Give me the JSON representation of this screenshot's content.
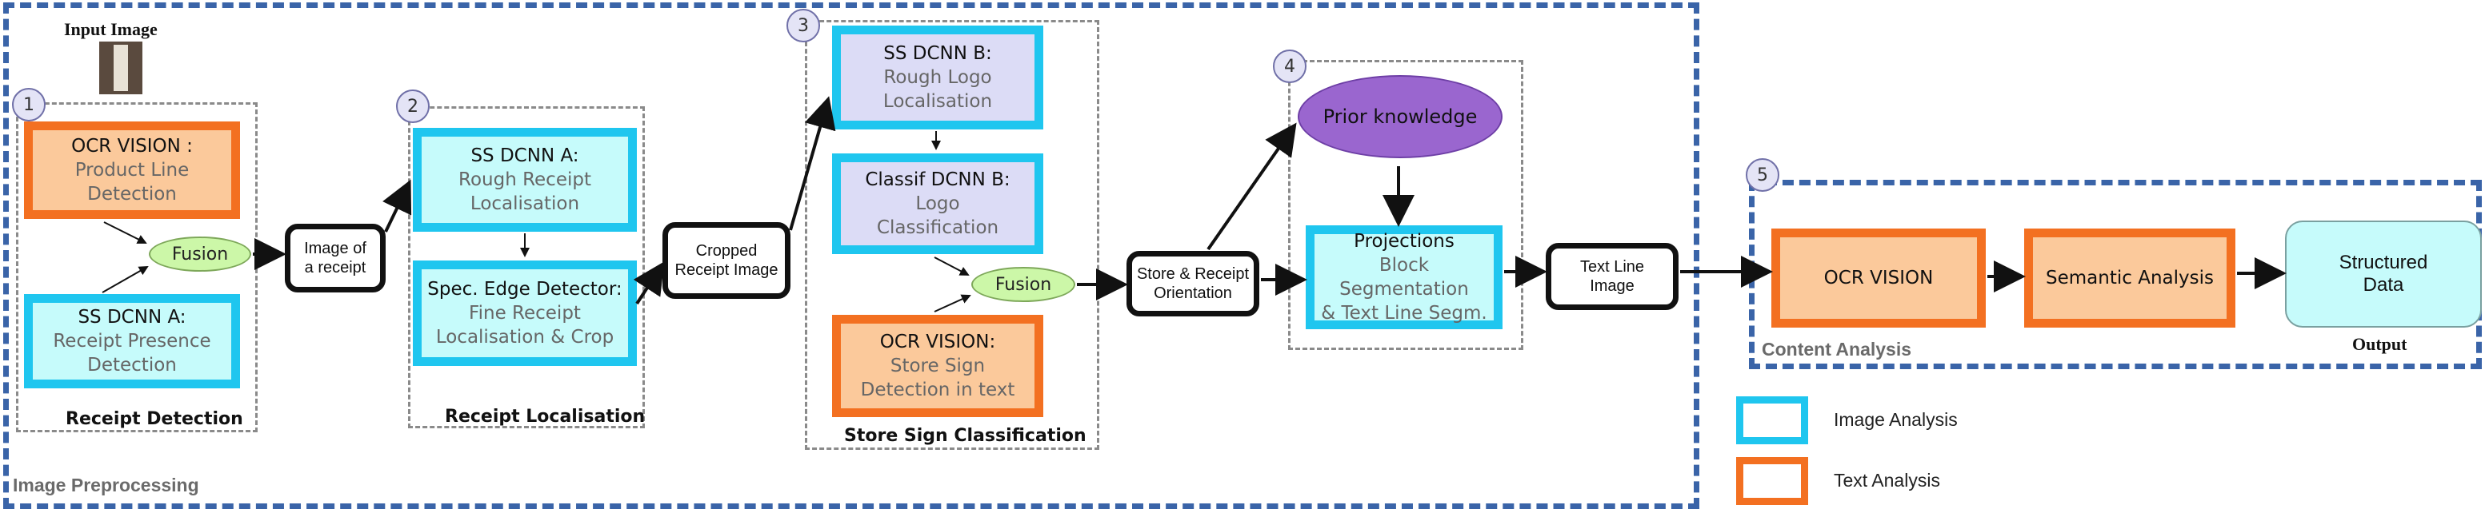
{
  "input_image": {
    "label": "Input Image"
  },
  "groups": {
    "g1": {
      "number": "1",
      "label": "Receipt Detection"
    },
    "g2": {
      "number": "2",
      "label": "Receipt Localisation"
    },
    "g3": {
      "number": "3",
      "label": "Store Sign Classification"
    },
    "g4": {
      "number": "4"
    },
    "g5": {
      "number": "5",
      "label": "Content Analysis"
    },
    "preprocessing": {
      "label": "Image Preprocessing"
    }
  },
  "boxes": {
    "ocr_product": {
      "title": "OCR VISION :",
      "line1": "Product Line",
      "line2": "Detection"
    },
    "ss_a_presence": {
      "title": "SS DCNN A:",
      "line1": "Receipt Presence",
      "line2": "Detection"
    },
    "fusion1": "Fusion",
    "image_of_receipt": {
      "line1": "Image of",
      "line2": "a receipt"
    },
    "ss_a_rough": {
      "title": "SS DCNN A:",
      "line1": "Rough Receipt",
      "line2": "Localisation"
    },
    "edge": {
      "title": "Spec. Edge Detector:",
      "line1": "Fine Receipt",
      "line2": "Localisation & Crop"
    },
    "cropped": {
      "line1": "Cropped",
      "line2": "Receipt Image"
    },
    "ss_b_logo": {
      "title": "SS DCNN B:",
      "line1": "Rough Logo",
      "line2": "Localisation"
    },
    "classif_b": {
      "title": "Classif DCNN B:",
      "line1": "Logo",
      "line2": "Classification"
    },
    "fusion2": "Fusion",
    "ocr_store": {
      "title": "OCR VISION:",
      "line1": "Store Sign",
      "line2": "Detection in text"
    },
    "store_orient": {
      "line1": "Store & Receipt",
      "line2": "Orientation"
    },
    "prior": "Prior knowledge",
    "projections": {
      "title": "Projections",
      "line1": "Block Segmentation",
      "line2": "& Text Line Segm."
    },
    "text_line": {
      "line1": "Text Line",
      "line2": "Image"
    },
    "ocr_vision": "OCR VISION",
    "semantic": "Semantic Analysis",
    "structured": {
      "line1": "Structured",
      "line2": "Data"
    },
    "output": "Output"
  },
  "legend": {
    "image_analysis": {
      "label": "Image Analysis",
      "color": "#1fc6ef"
    },
    "text_analysis": {
      "label": "Text Analysis",
      "color": "#f37021"
    }
  }
}
